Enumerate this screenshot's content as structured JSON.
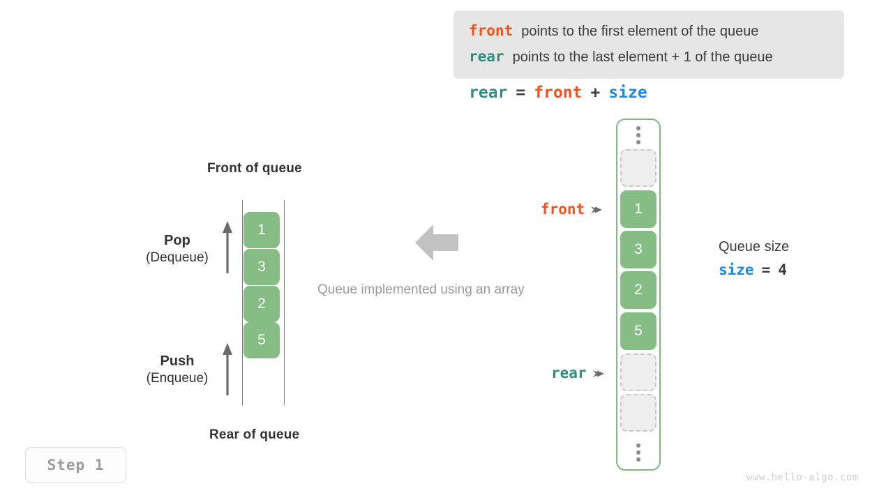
{
  "note": {
    "lines": [
      {
        "keyword": "front",
        "keyword_color": "#f0521f",
        "text": "points to the first element of the queue"
      },
      {
        "keyword": "rear",
        "keyword_color": "#2e8f80",
        "text": "points to the last element + 1 of the queue"
      }
    ],
    "background": "#e6e6e6"
  },
  "formula": {
    "lhs": "rear",
    "eq": "=",
    "rhs1": "front",
    "plus": "+",
    "rhs2": "size"
  },
  "left_diagram": {
    "front_label": "Front of queue",
    "rear_label": "Rear of queue",
    "pop": {
      "name": "Pop",
      "sub": "(Dequeue)"
    },
    "push": {
      "name": "Push",
      "sub": "(Enqueue)"
    },
    "cells": [
      "1",
      "3",
      "2",
      "5"
    ],
    "cell_color": "#86bd84"
  },
  "center": {
    "caption": "Queue implemented using an array",
    "arrow_direction": "left",
    "arrow_color": "#c2c2c2"
  },
  "array": {
    "border_color": "#7fb97d",
    "slots": [
      {
        "kind": "dots",
        "value": ""
      },
      {
        "kind": "empty",
        "value": ""
      },
      {
        "kind": "filled",
        "value": "1"
      },
      {
        "kind": "filled",
        "value": "3"
      },
      {
        "kind": "filled",
        "value": "2"
      },
      {
        "kind": "filled",
        "value": "5"
      },
      {
        "kind": "empty",
        "value": ""
      },
      {
        "kind": "empty",
        "value": ""
      },
      {
        "kind": "dots",
        "value": ""
      }
    ],
    "pointers": [
      {
        "label": "front",
        "color": "#f0521f"
      },
      {
        "label": "rear",
        "color": "#2e8f80"
      }
    ]
  },
  "size_annotation": {
    "title": "Queue size",
    "var": "size",
    "eq": "=",
    "value": "4",
    "var_color": "#1e88e5"
  },
  "step_badge": {
    "label": "Step 1"
  },
  "watermark": {
    "text": "www.hello-algo.com"
  }
}
